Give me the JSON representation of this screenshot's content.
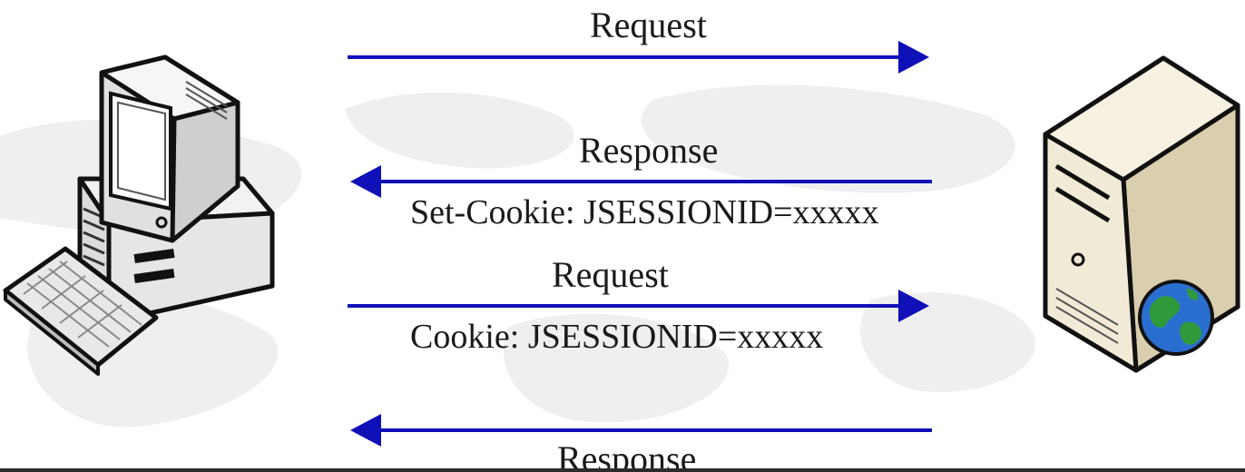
{
  "diagram": {
    "client": {
      "icon": "desktop-computer-icon",
      "keyboard_icon": "keyboard-icon"
    },
    "server": {
      "icon": "server-tower-icon",
      "badge_icon": "globe-icon"
    },
    "arrow_color": "#1010b8",
    "messages": [
      {
        "direction": "client-to-server",
        "label": "Request",
        "detail": ""
      },
      {
        "direction": "server-to-client",
        "label": "Response",
        "detail": "Set-Cookie: JSESSIONID=xxxxx"
      },
      {
        "direction": "client-to-server",
        "label": "Request",
        "detail": "Cookie: JSESSIONID=xxxxx"
      },
      {
        "direction": "server-to-client",
        "label": "Response",
        "detail": ""
      }
    ]
  }
}
